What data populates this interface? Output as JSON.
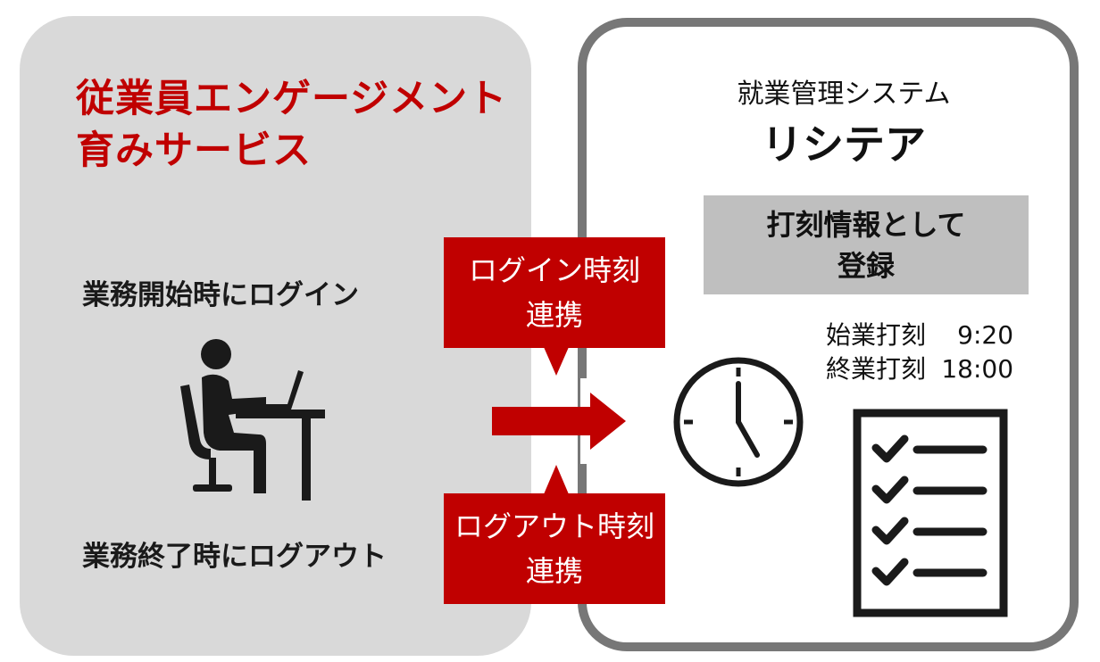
{
  "service_title": [
    "従業員エンゲージメント",
    "育みサービス"
  ],
  "login_caption": "業務開始時にログイン",
  "logout_caption": "業務終了時にログアウト",
  "login_callout": [
    "ログイン時刻",
    "連携"
  ],
  "logout_callout": [
    "ログアウト時刻",
    "連携"
  ],
  "system": {
    "title": "就業管理システム",
    "name": "リシテア",
    "record_box": [
      "打刻情報として",
      "登録"
    ],
    "stamps": [
      {
        "label": "始業打刻",
        "time": "9:20"
      },
      {
        "label": "終業打刻",
        "time": "18:00"
      }
    ]
  },
  "colors": {
    "accent": "#c00000",
    "panel": "#d9d9d9",
    "border": "#777777",
    "record_box": "#bfbfbf"
  }
}
